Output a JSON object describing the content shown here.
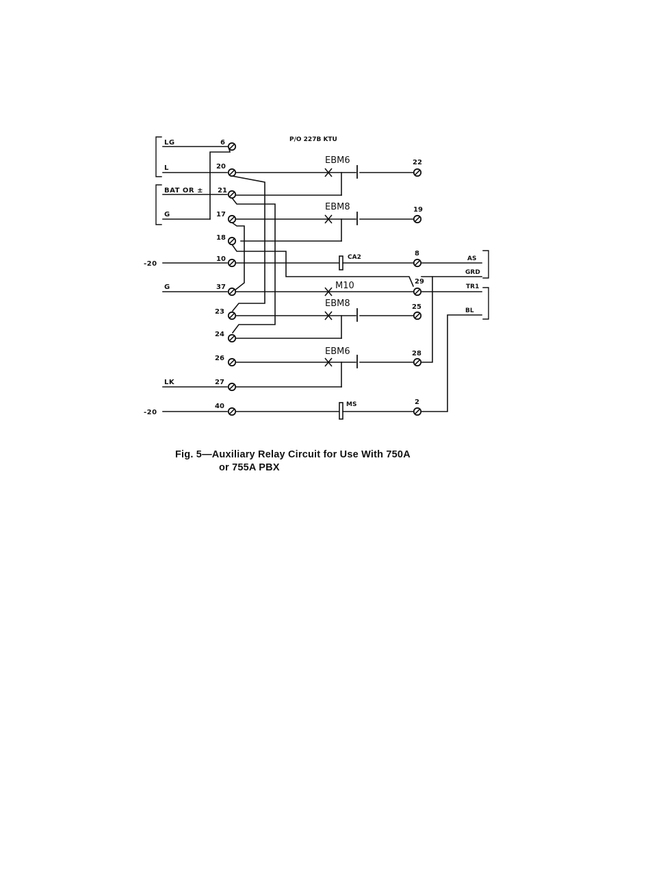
{
  "header": "P/O 227B KTU",
  "left_labels": {
    "lg": "LG",
    "l": "L",
    "bat": "BAT OR ±",
    "g_top": "G",
    "m20_upper": "-20",
    "g_mid": "G",
    "lk": "LK",
    "m20_lower": "-20"
  },
  "terminals_left": {
    "t6": "6",
    "t20": "20",
    "t21": "21",
    "t17": "17",
    "t18": "18",
    "t10": "10",
    "t37": "37",
    "t23": "23",
    "t24": "24",
    "t26": "26",
    "t27": "27",
    "t40": "40"
  },
  "terminals_right": {
    "t22": "22",
    "t19": "19",
    "t8": "8",
    "t29": "29",
    "t25": "25",
    "t28": "28",
    "t2": "2"
  },
  "relays": {
    "ebm6_top": "EBM6",
    "ebm8_top": "EBM8",
    "ca2": "CA2",
    "m10": "M10",
    "ebm8_mid": "EBM8",
    "ebm6_bottom": "EBM6",
    "ms": "MS"
  },
  "right_labels": {
    "as": "AS",
    "grd": "GRD",
    "tr1": "TR1",
    "bl": "BL"
  },
  "caption": {
    "line1": "Fig. 5—Auxiliary Relay Circuit for Use With 750A",
    "line2": "or 755A PBX"
  }
}
